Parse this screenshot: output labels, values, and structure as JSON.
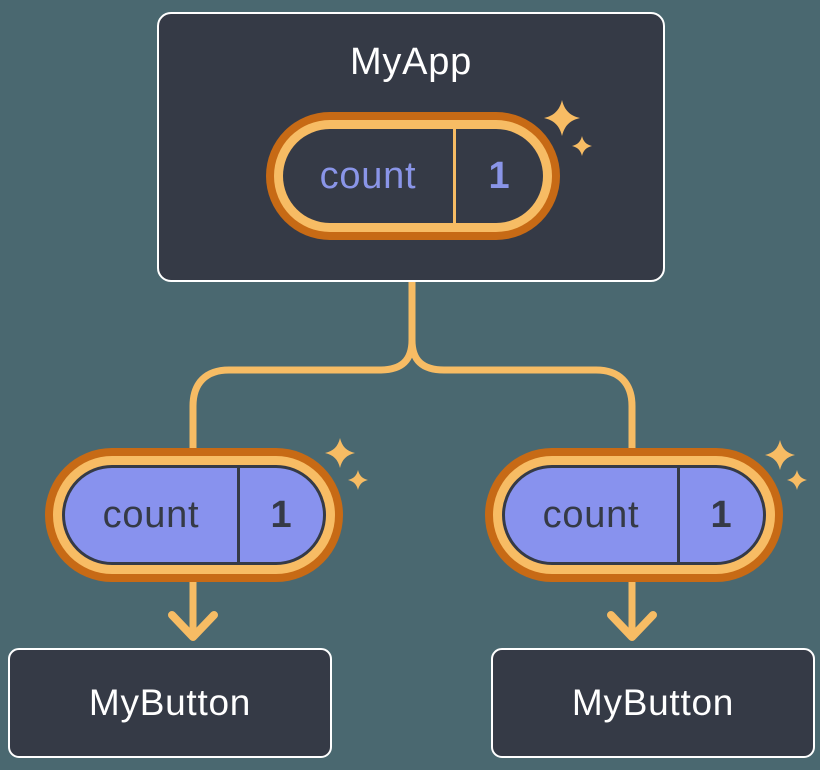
{
  "diagram": {
    "root": {
      "label": "MyApp",
      "state_pill": {
        "name": "count",
        "value": "1"
      }
    },
    "children": [
      {
        "label": "MyButton",
        "prop_pill": {
          "name": "count",
          "value": "1"
        }
      },
      {
        "label": "MyButton",
        "prop_pill": {
          "name": "count",
          "value": "1"
        }
      }
    ]
  },
  "colors": {
    "background": "#4A6870",
    "node_fill": "#353A46",
    "node_border": "#FFFFFF",
    "node_text": "#FFFFFF",
    "ring_outer": "#C76A15",
    "ring_inner": "#F7BC64",
    "state_pill_fill": "#353A46",
    "state_pill_text": "#8A95E8",
    "prop_pill_fill": "#8892EE",
    "prop_pill_text": "#353A46",
    "connector": "#F7BC64"
  }
}
